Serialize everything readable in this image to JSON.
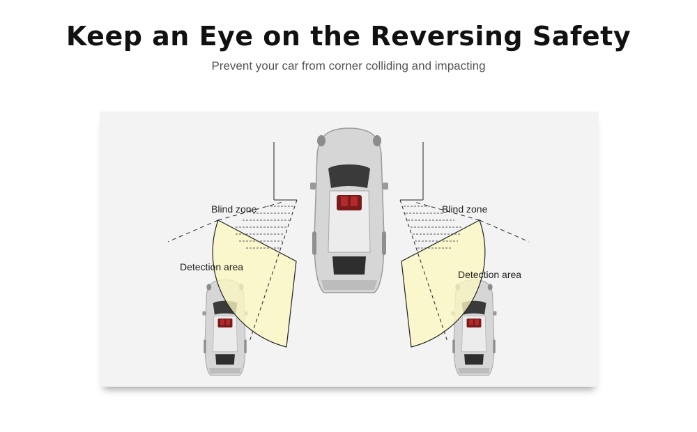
{
  "header": {
    "title": "Keep an Eye on the Reversing Safety",
    "subtitle": "Prevent your car from corner colliding and impacting"
  },
  "diagram": {
    "left": {
      "blind_zone_label": "Blind zone",
      "detection_label": "Detection area"
    },
    "right": {
      "blind_zone_label": "Blind zone",
      "detection_label": "Detection area"
    }
  },
  "colors": {
    "detection_fill": "#fbf7c0",
    "background": "#f3f3f3",
    "car_body": "#d3d3d3"
  }
}
